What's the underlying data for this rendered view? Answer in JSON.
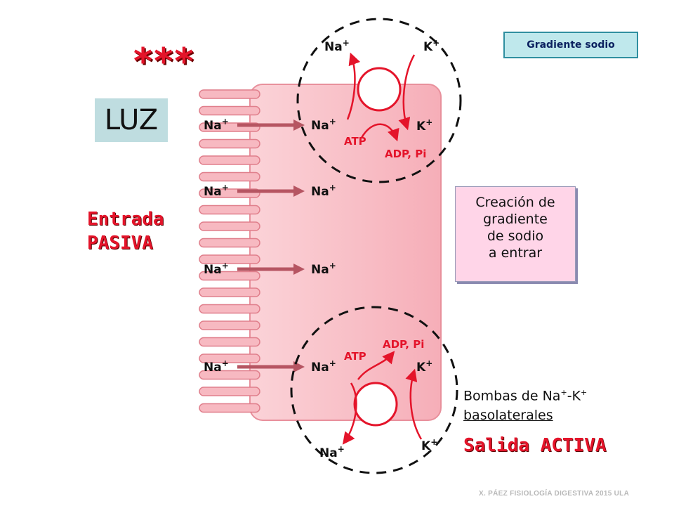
{
  "stars": "***",
  "luz": "LUZ",
  "entrada": {
    "line1": "Entrada",
    "line2": "PASIVA"
  },
  "gradient_box": "Gradiente sodio",
  "creation": {
    "line1": "Creación de",
    "line2": "gradiente",
    "line3": "de sodio",
    "line4": "a entrar"
  },
  "bombas": {
    "prefix": "Bombas de Na",
    "sup1": "+",
    "mid": "-K",
    "sup2": "+",
    "line2": "basolaterales"
  },
  "salida": "Salida ACTIVA",
  "credit": "X. PÁEZ   FISIOLOGÍA DIGESTIVA 2015 ULA",
  "cell_labels": {
    "na": "Na",
    "k": "K",
    "plus": "+",
    "atp": "ATP",
    "adp": "ADP, Pi"
  },
  "colors": {
    "cell_fill": "#f7b4bd",
    "cell_stroke": "#e27a88",
    "arrow": "#b65562",
    "pump_arrow": "#e4142a",
    "accent_red": "#e4142a"
  },
  "icons": [
    "sodium-channel-arrow-icon",
    "na-k-pump-icon",
    "dashed-circle-highlight-icon"
  ]
}
